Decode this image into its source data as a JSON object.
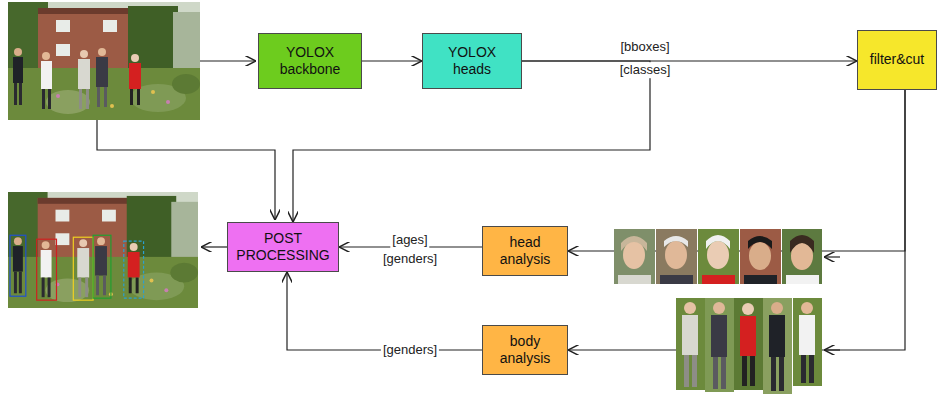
{
  "diagram": {
    "nodes": [
      {
        "text": [
          "YOLOX backbone"
        ]
      },
      {
        "text": [
          "YOLOX heads"
        ]
      },
      {
        "text": [
          "filter&cut"
        ]
      },
      {
        "text": [
          "POST PROCESSING"
        ]
      },
      {
        "text": [
          "head analysis"
        ]
      },
      {
        "text": [
          "body analysis"
        ]
      }
    ],
    "edges": [
      {
        "from": 0,
        "to": 1,
        "arrow": "to"
      },
      {
        "from": 1,
        "to": 2,
        "arrow": "to"
      },
      {
        "from": 1,
        "to": 3,
        "arrow": "to"
      },
      {
        "from": 2,
        "to": 4,
        "arrow": "to"
      },
      {
        "from": 2,
        "to": 5,
        "arrow": "to"
      },
      {
        "from": 4,
        "to": 3,
        "arrow": "to"
      },
      {
        "from": 5,
        "to": 3,
        "arrow": "to"
      }
    ],
    "labels": [
      "[bboxes]",
      "[classes]",
      "[ages]",
      "[genders]",
      "[genders]"
    ]
  }
}
